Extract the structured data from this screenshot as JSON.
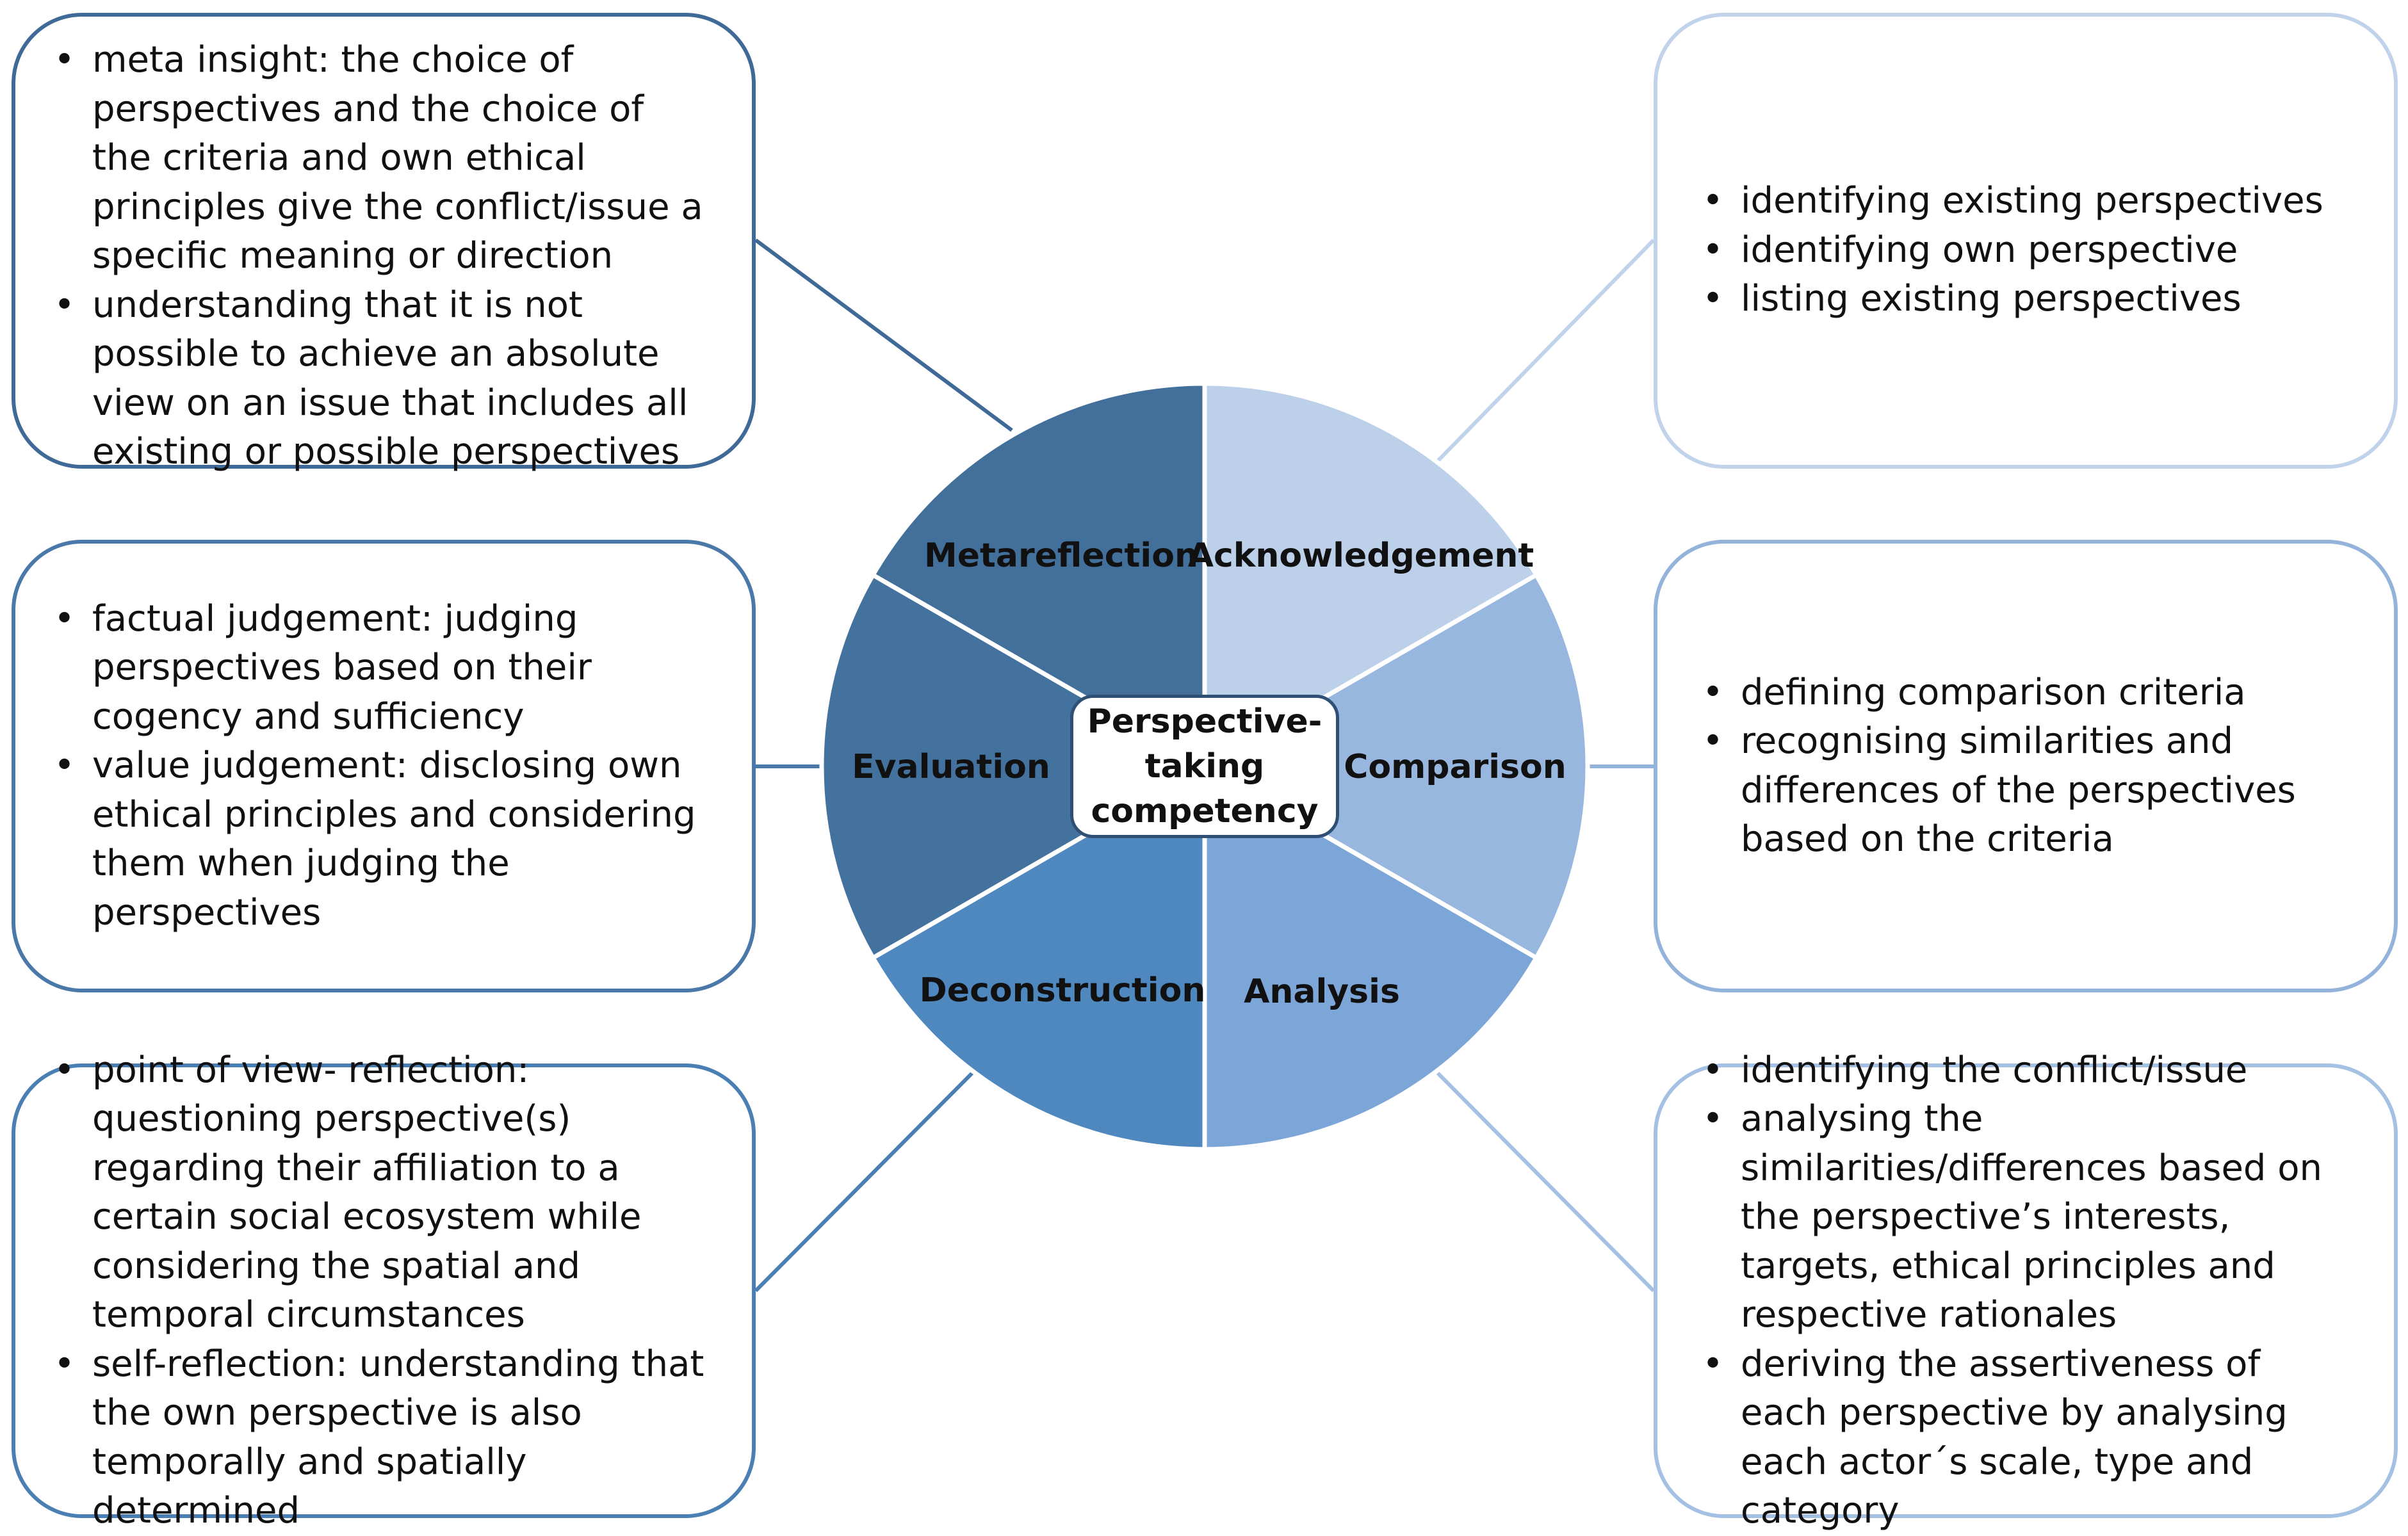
{
  "center_label": "Perspective-\ntaking\ncompetency",
  "segments": [
    {
      "label": "Acknowledgement",
      "color": "#bcd0ea"
    },
    {
      "label": "Comparison",
      "color": "#98b7df"
    },
    {
      "label": "Analysis",
      "color": "#7ca6d7"
    },
    {
      "label": "Deconstruction",
      "color": "#4e88bf"
    },
    {
      "label": "Evaluation",
      "color": "#44729f"
    },
    {
      "label": "Metareflection",
      "color": "#42709b"
    }
  ],
  "boxes": {
    "metareflection": {
      "border_color": "#3f6996",
      "items": [
        "meta insight: the choice of perspectives and the choice of the criteria and own ethical principles give the conflict/issue a specific meaning or direction",
        "understanding that it is not possible to achieve an absolute view on an issue that includes all existing or possible perspectives"
      ]
    },
    "evaluation": {
      "border_color": "#4a78a8",
      "items": [
        "factual judgement: judging perspectives based on their cogency and sufficiency",
        "value judgement: disclosing own ethical principles and considering them when judging the perspectives"
      ]
    },
    "deconstruction": {
      "border_color": "#4a7fb4",
      "items": [
        "point of view- reflection: questioning perspective(s) regarding their affiliation to a certain social ecosystem while considering the spatial and temporal circumstances",
        "self-reflection: understanding that the own perspective is also temporally and spatially determined"
      ]
    },
    "acknowledgement": {
      "border_color": "#c0d3ea",
      "items": [
        "identifying existing perspectives",
        "identifying own perspective",
        "listing existing perspectives"
      ]
    },
    "comparison": {
      "border_color": "#93b3da",
      "items": [
        "defining comparison criteria",
        "recognising similarities and differences of the perspectives based on the criteria"
      ]
    },
    "analysis": {
      "border_color": "#a4c0e2",
      "items": [
        "identifying the conflict/issue",
        "analysing the similarities/differences based on the perspective’s interests, targets, ethical principles and respective rationales",
        "deriving the assertiveness of each perspective by analysing each actor´s scale, type and category"
      ]
    }
  }
}
